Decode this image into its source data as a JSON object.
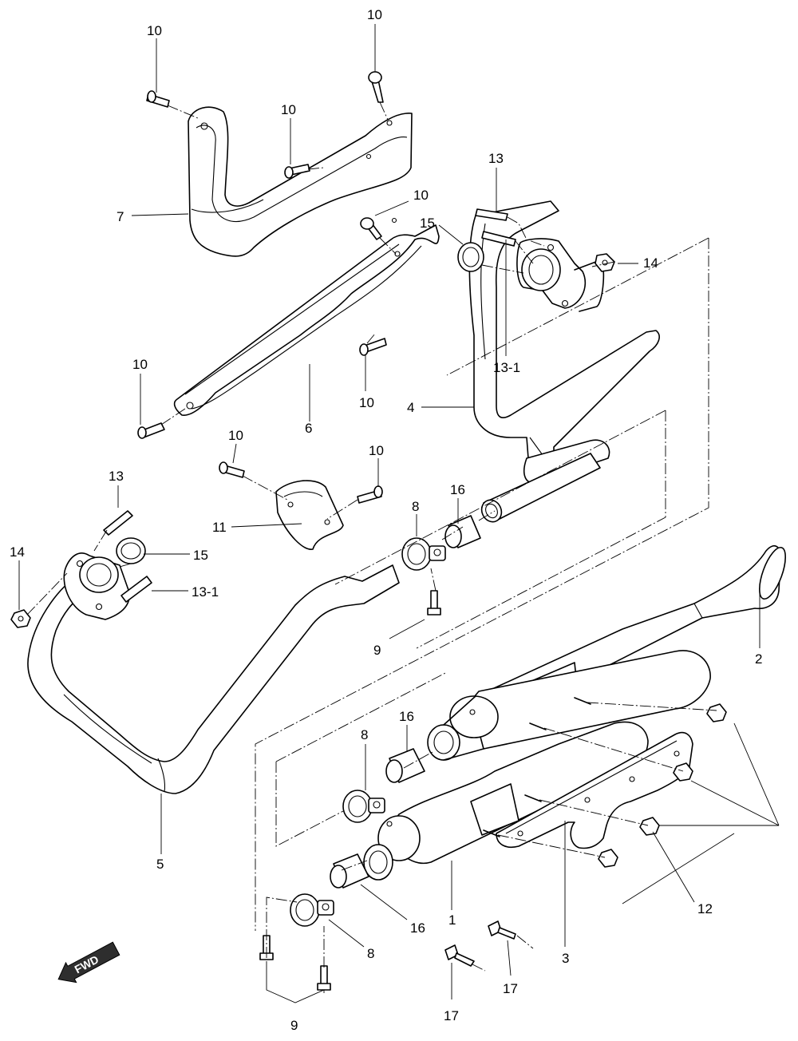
{
  "diagram": {
    "type": "exploded-parts-diagram",
    "callouts": [
      {
        "id": "c-10-a",
        "label": "10"
      },
      {
        "id": "c-10-b",
        "label": "10"
      },
      {
        "id": "c-10-c",
        "label": "10"
      },
      {
        "id": "c-10-d",
        "label": "10"
      },
      {
        "id": "c-10-e",
        "label": "10"
      },
      {
        "id": "c-10-f",
        "label": "10"
      },
      {
        "id": "c-10-g",
        "label": "10"
      },
      {
        "id": "c-10-h",
        "label": "10"
      },
      {
        "id": "c-7",
        "label": "7"
      },
      {
        "id": "c-13-a",
        "label": "13"
      },
      {
        "id": "c-15-a",
        "label": "15"
      },
      {
        "id": "c-14-a",
        "label": "14"
      },
      {
        "id": "c-13-1-a",
        "label": "13-1"
      },
      {
        "id": "c-6",
        "label": "6"
      },
      {
        "id": "c-4",
        "label": "4"
      },
      {
        "id": "c-11",
        "label": "11"
      },
      {
        "id": "c-8-a",
        "label": "8"
      },
      {
        "id": "c-16-a",
        "label": "16"
      },
      {
        "id": "c-13-b",
        "label": "13"
      },
      {
        "id": "c-14-b",
        "label": "14"
      },
      {
        "id": "c-15-b",
        "label": "15"
      },
      {
        "id": "c-13-1-b",
        "label": "13-1"
      },
      {
        "id": "c-9-a",
        "label": "9"
      },
      {
        "id": "c-2",
        "label": "2"
      },
      {
        "id": "c-16-b",
        "label": "16"
      },
      {
        "id": "c-8-b",
        "label": "8"
      },
      {
        "id": "c-5",
        "label": "5"
      },
      {
        "id": "c-12",
        "label": "12"
      },
      {
        "id": "c-1",
        "label": "1"
      },
      {
        "id": "c-16-c",
        "label": "16"
      },
      {
        "id": "c-8-c",
        "label": "8"
      },
      {
        "id": "c-3",
        "label": "3"
      },
      {
        "id": "c-17-a",
        "label": "17"
      },
      {
        "id": "c-17-b",
        "label": "17"
      },
      {
        "id": "c-9-b",
        "label": "9"
      }
    ],
    "fwd_label": "FWD"
  }
}
